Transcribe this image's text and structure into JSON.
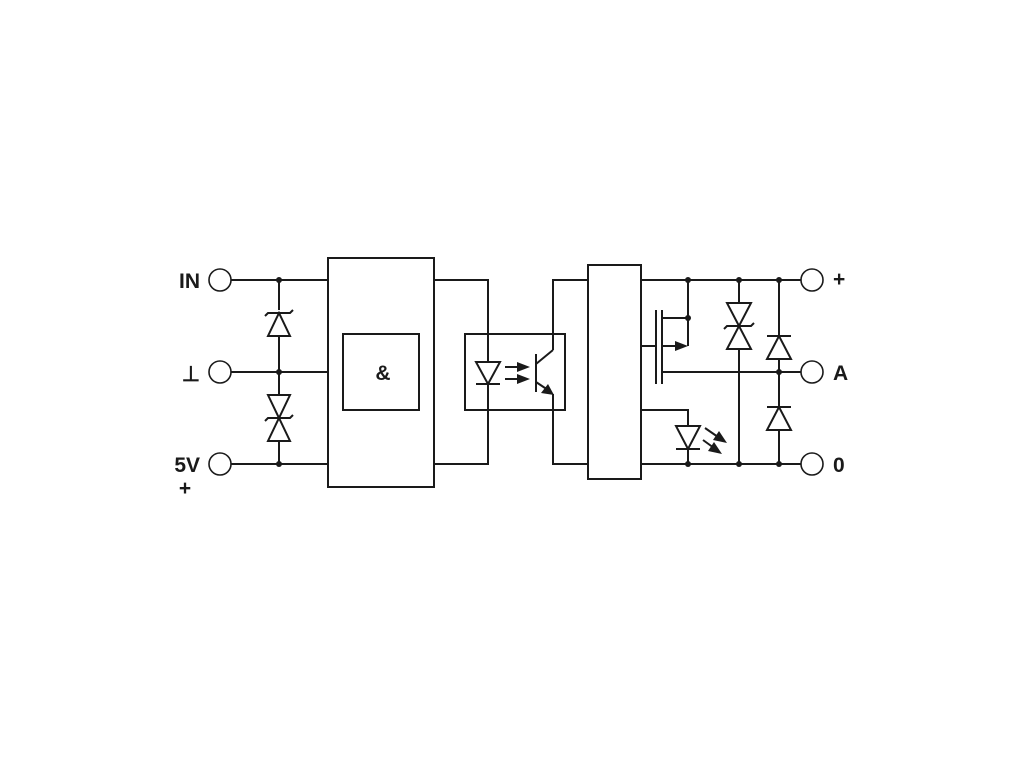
{
  "labels": {
    "in": "IN",
    "ground": "⊥",
    "supply": "5V",
    "supply_sign": "+",
    "and_gate": "&",
    "out_plus": "+",
    "out_a": "A",
    "out_zero": "0"
  },
  "colors": {
    "line": "#1a1a1a",
    "background": "#ffffff"
  }
}
